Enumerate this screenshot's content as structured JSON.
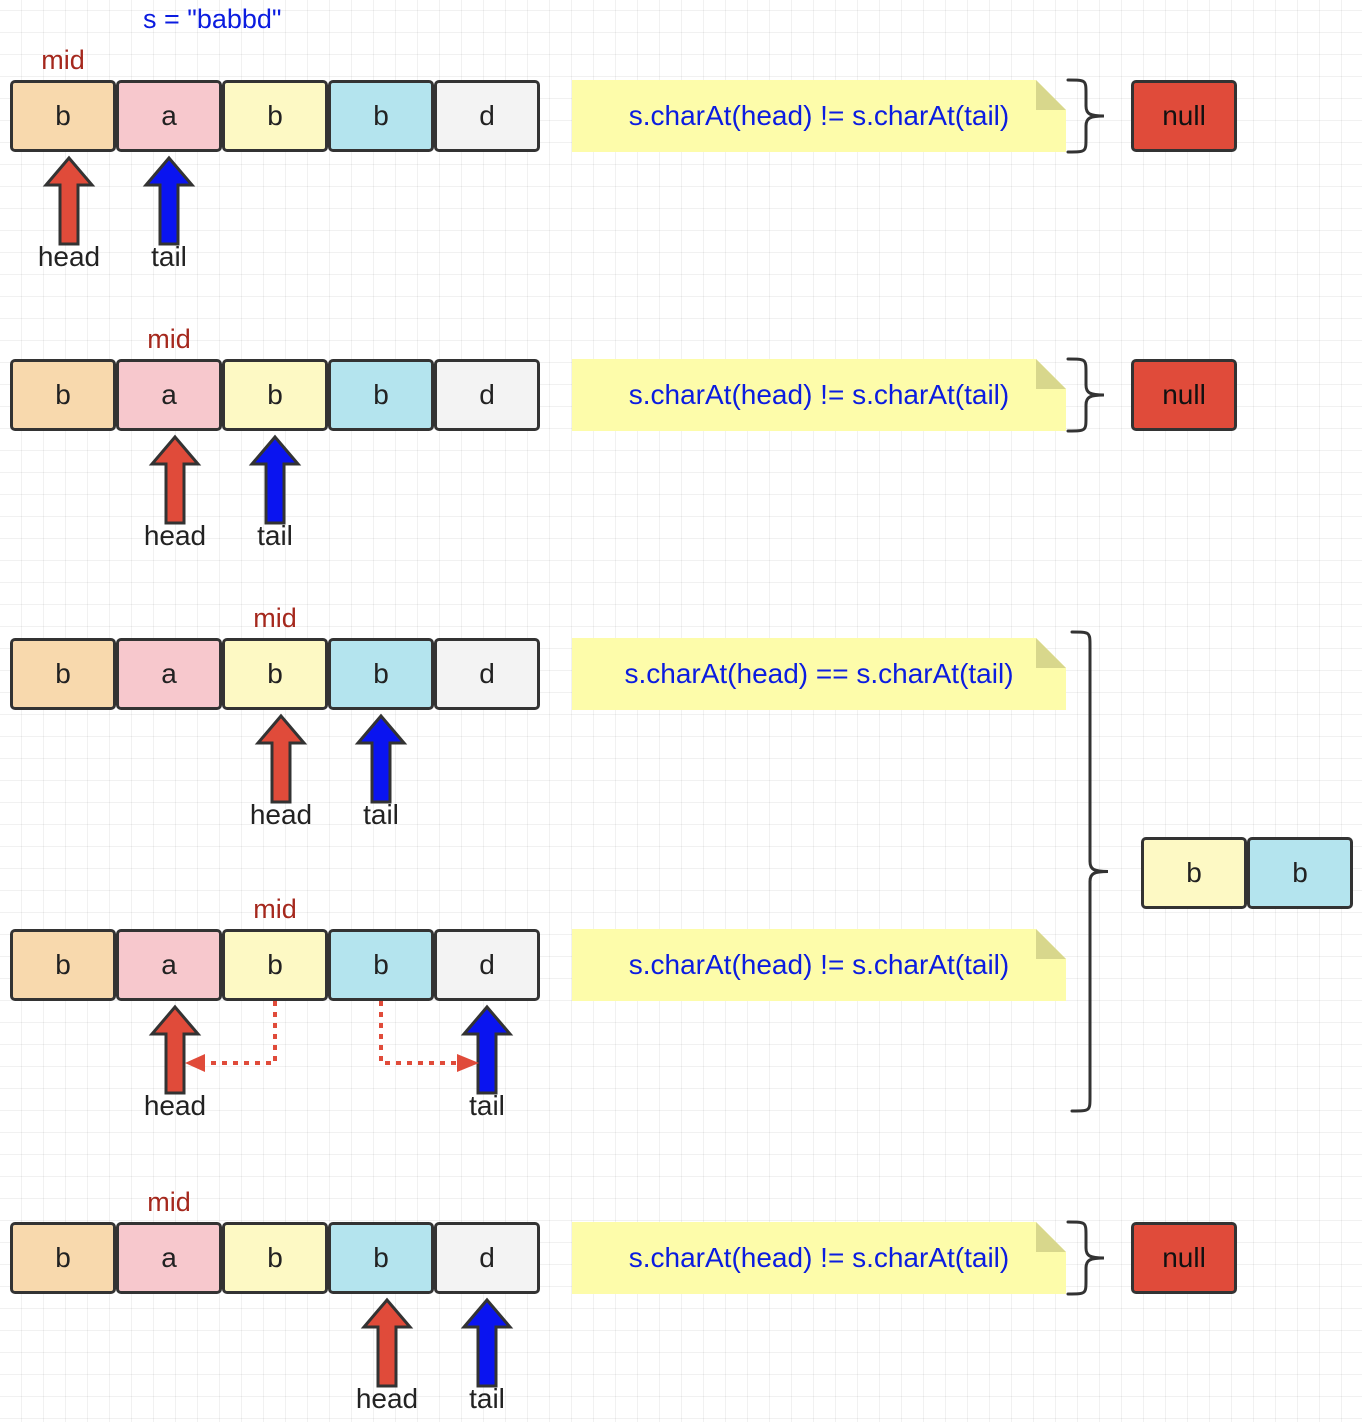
{
  "title": "s = \"babbd\"",
  "colors": {
    "cell_fills": [
      "#f8d9ad",
      "#f7c8cd",
      "#fdf9c4",
      "#b4e4ee",
      "#f3f3f3"
    ],
    "head_arrow": "#e04b3a",
    "tail_arrow": "#0a14f0",
    "note_fill": "#fdfcaa",
    "null_fill": "#e04b3a",
    "expand_dotted": "#e04b3a",
    "text_blue": "#0b1ce0",
    "mid_text": "#a5281d"
  },
  "rows": [
    {
      "chars": [
        "b",
        "a",
        "b",
        "b",
        "d"
      ],
      "mid_label": "mid",
      "mid_index": 0,
      "head_label": "head",
      "head_index": 0,
      "tail_label": "tail",
      "tail_index": 1,
      "condition": "s.charAt(head) != s.charAt(tail)",
      "result": "null"
    },
    {
      "chars": [
        "b",
        "a",
        "b",
        "b",
        "d"
      ],
      "mid_label": "mid",
      "mid_index": 1,
      "head_label": "head",
      "head_index": 1,
      "tail_label": "tail",
      "tail_index": 2,
      "condition": "s.charAt(head) != s.charAt(tail)",
      "result": "null"
    },
    {
      "chars": [
        "b",
        "a",
        "b",
        "b",
        "d"
      ],
      "mid_label": "mid",
      "mid_index": 2,
      "head_label": "head",
      "head_index": 2,
      "tail_label": "tail",
      "tail_index": 3,
      "condition": "s.charAt(head) == s.charAt(tail)",
      "result": ""
    },
    {
      "chars": [
        "b",
        "a",
        "b",
        "b",
        "d"
      ],
      "mid_label": "mid",
      "mid_index": 2,
      "head_label": "head",
      "head_index": 1,
      "tail_label": "tail",
      "tail_index": 4,
      "condition": "s.charAt(head) != s.charAt(tail)",
      "result": ""
    },
    {
      "chars": [
        "b",
        "a",
        "b",
        "b",
        "d"
      ],
      "mid_label": "mid",
      "mid_index": 1,
      "head_label": "head",
      "head_index": 3,
      "tail_label": "tail",
      "tail_index": 4,
      "condition": "s.charAt(head) != s.charAt(tail)",
      "result": "null"
    }
  ],
  "combined_result": [
    "b",
    "b"
  ]
}
